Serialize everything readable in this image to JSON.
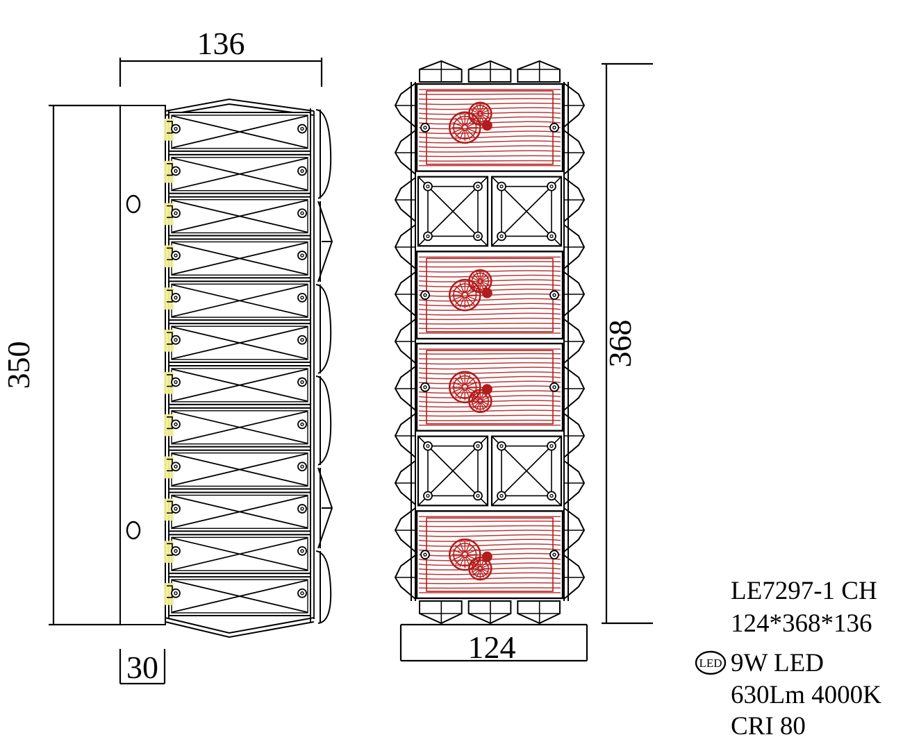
{
  "drawing": {
    "title_block": {
      "model": "LE7297-1 CH",
      "dimensions_text": "124*368*136",
      "power": "9W LED",
      "output": "630Lm 4000K",
      "cri": "CRI 80",
      "led_badge": "LED"
    },
    "dimensions": {
      "side_width": "136",
      "side_height": "350",
      "backplate_depth": "30",
      "front_height": "368",
      "front_width": "124"
    },
    "views": {
      "side": {
        "name": "side-elevation",
        "tier_count": 12,
        "backplate_marker": "0",
        "backplate_marker_count": 2
      },
      "front": {
        "name": "front-elevation",
        "rows": [
          {
            "type": "red-panel",
            "rosettes": 2
          },
          {
            "type": "crystal-pair",
            "rosettes": 0
          },
          {
            "type": "red-panel",
            "rosettes": 2
          },
          {
            "type": "red-panel",
            "rosettes": 2
          },
          {
            "type": "crystal-pair",
            "rosettes": 0
          },
          {
            "type": "red-panel",
            "rosettes": 2
          }
        ],
        "top_caps": 3,
        "bottom_caps": 3,
        "side_gem_count": 11
      }
    },
    "colors": {
      "line": "#000000",
      "red": "#b21c1c",
      "red_light": "#d96a6a",
      "highlight": "#f2ef9a",
      "background": "#ffffff"
    }
  }
}
